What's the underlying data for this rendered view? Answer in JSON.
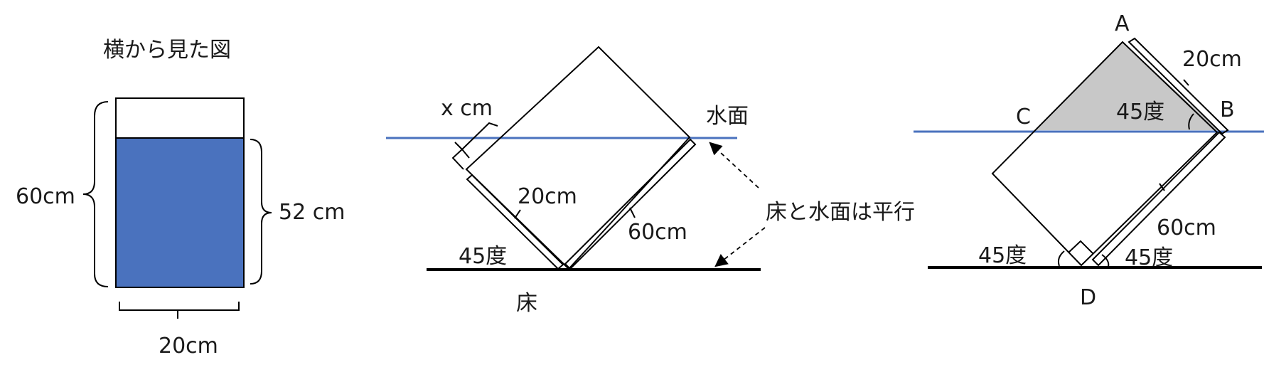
{
  "colors": {
    "water": "#4a72be",
    "water_line": "#4a72be",
    "shade": "#c8c8c8",
    "ink": "#000000"
  },
  "left": {
    "title": "横から見た図",
    "height_label": "60cm",
    "water_label": "52 cm",
    "width_label": "20cm"
  },
  "middle": {
    "x_label": "x cm",
    "water_surface_label": "水面",
    "short_side_label": "20cm",
    "long_side_label": "60cm",
    "angle_label": "45度",
    "floor_label": "床",
    "parallel_note": "床と水面は平行"
  },
  "right": {
    "point_a": "A",
    "point_b": "B",
    "point_c": "C",
    "point_d": "D",
    "ab_label": "20cm",
    "angle_b_label": "45度",
    "bd_label": "60cm",
    "angle_left_label": "45度",
    "angle_right_label": "45度"
  }
}
